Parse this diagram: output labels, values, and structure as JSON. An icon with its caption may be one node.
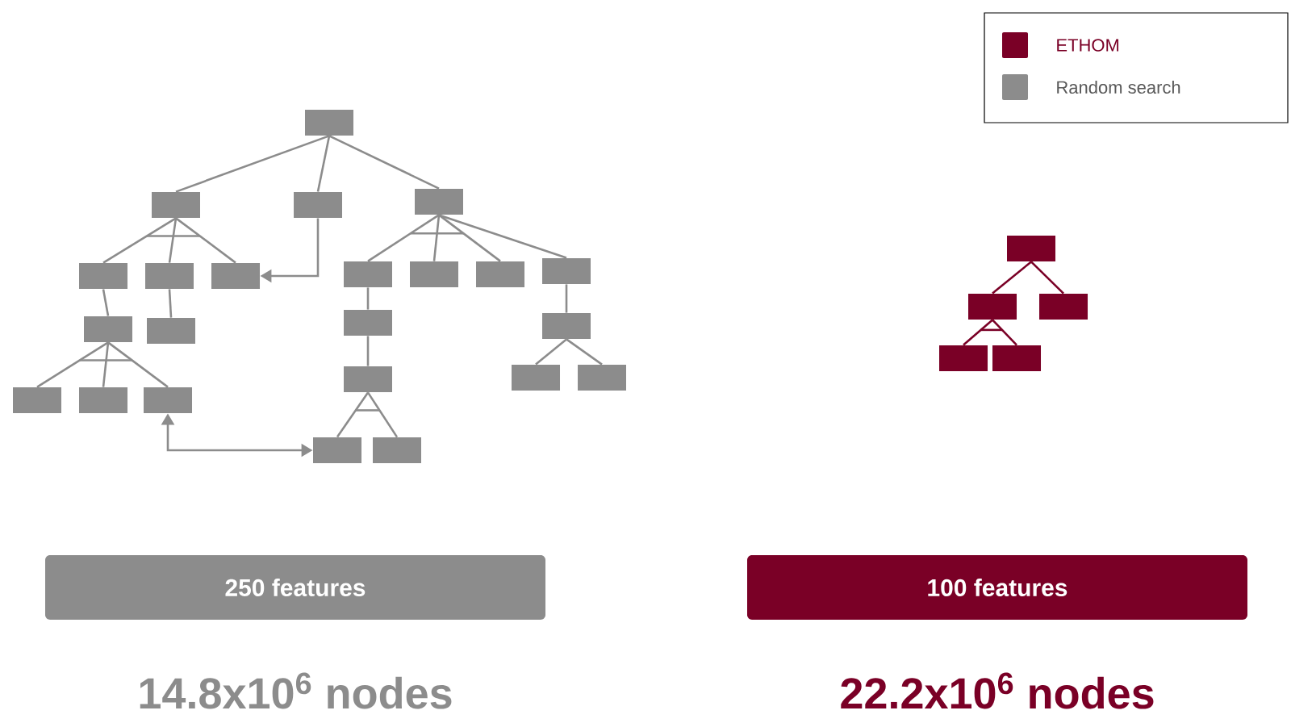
{
  "diagram": {
    "nodes": [
      {
        "text": [],
        "shape": "box"
      },
      {
        "text": [],
        "shape": "box"
      },
      {
        "text": [],
        "shape": "box"
      },
      {
        "text": [],
        "shape": "box"
      },
      {
        "text": [],
        "shape": "box"
      },
      {
        "text": [],
        "shape": "box"
      },
      {
        "text": [],
        "shape": "box"
      },
      {
        "text": [],
        "shape": "box"
      },
      {
        "text": [],
        "shape": "box"
      },
      {
        "text": [],
        "shape": "box"
      },
      {
        "text": [],
        "shape": "box"
      },
      {
        "text": [],
        "shape": "box"
      },
      {
        "text": [],
        "shape": "box"
      },
      {
        "text": [],
        "shape": "box"
      },
      {
        "text": [],
        "shape": "box"
      },
      {
        "text": [],
        "shape": "box"
      },
      {
        "text": [],
        "shape": "box"
      },
      {
        "text": [],
        "shape": "box"
      },
      {
        "text": [],
        "shape": "box"
      },
      {
        "text": [],
        "shape": "box"
      },
      {
        "text": [],
        "shape": "box"
      },
      {
        "text": [],
        "shape": "box"
      },
      {
        "text": [],
        "shape": "box"
      },
      {
        "text": [],
        "shape": "box"
      },
      {
        "text": [],
        "shape": "box"
      },
      {
        "text": [],
        "shape": "box"
      },
      {
        "text": [],
        "shape": "box"
      },
      {
        "text": [],
        "shape": "box"
      },
      {
        "text": [
          "250 features"
        ]
      },
      {
        "text": [
          "100 features"
        ]
      }
    ],
    "edges": [
      {
        "from": 0,
        "to": 1,
        "arrow": "none"
      },
      {
        "from": 0,
        "to": 2,
        "arrow": "none"
      },
      {
        "from": 0,
        "to": 3,
        "arrow": "none"
      },
      {
        "from": 1,
        "to": 4,
        "arrow": "none"
      },
      {
        "from": 1,
        "to": 5,
        "arrow": "none"
      },
      {
        "from": 1,
        "to": 6,
        "arrow": "none"
      },
      {
        "from": 2,
        "to": 6,
        "arrow": "to"
      },
      {
        "from": 4,
        "to": 7,
        "arrow": "none"
      },
      {
        "from": 5,
        "to": 8,
        "arrow": "none"
      },
      {
        "from": 7,
        "to": 9,
        "arrow": "none"
      },
      {
        "from": 7,
        "to": 10,
        "arrow": "none"
      },
      {
        "from": 7,
        "to": 11,
        "arrow": "none"
      },
      {
        "from": 11,
        "to": 18,
        "arrow": "both"
      },
      {
        "from": 3,
        "to": 12,
        "arrow": "none"
      },
      {
        "from": 3,
        "to": 13,
        "arrow": "none"
      },
      {
        "from": 3,
        "to": 14,
        "arrow": "none"
      },
      {
        "from": 3,
        "to": 15,
        "arrow": "none"
      },
      {
        "from": 12,
        "to": 16,
        "arrow": "none"
      },
      {
        "from": 16,
        "to": 17,
        "arrow": "none"
      },
      {
        "from": 17,
        "to": 18,
        "arrow": "none"
      },
      {
        "from": 17,
        "to": 19,
        "arrow": "none"
      },
      {
        "from": 15,
        "to": 20,
        "arrow": "none"
      },
      {
        "from": 20,
        "to": 21,
        "arrow": "none"
      },
      {
        "from": 20,
        "to": 22,
        "arrow": "none"
      },
      {
        "from": 23,
        "to": 24,
        "arrow": "none",
        "color": "#7a0026"
      },
      {
        "from": 23,
        "to": 25,
        "arrow": "none",
        "color": "#7a0026"
      },
      {
        "from": 24,
        "to": 26,
        "arrow": "none",
        "color": "#7a0026"
      },
      {
        "from": 24,
        "to": 27,
        "arrow": "none",
        "color": "#7a0026"
      }
    ],
    "labels": [
      "14.8x10$^{6}$ nodes",
      "22.2x10$^{6}$ nodes"
    ],
    "legend": [
      {
        "text": "ETHOM",
        "color": "#7a0026"
      },
      {
        "text": "Random search",
        "color": "#8c8c8c"
      }
    ]
  }
}
